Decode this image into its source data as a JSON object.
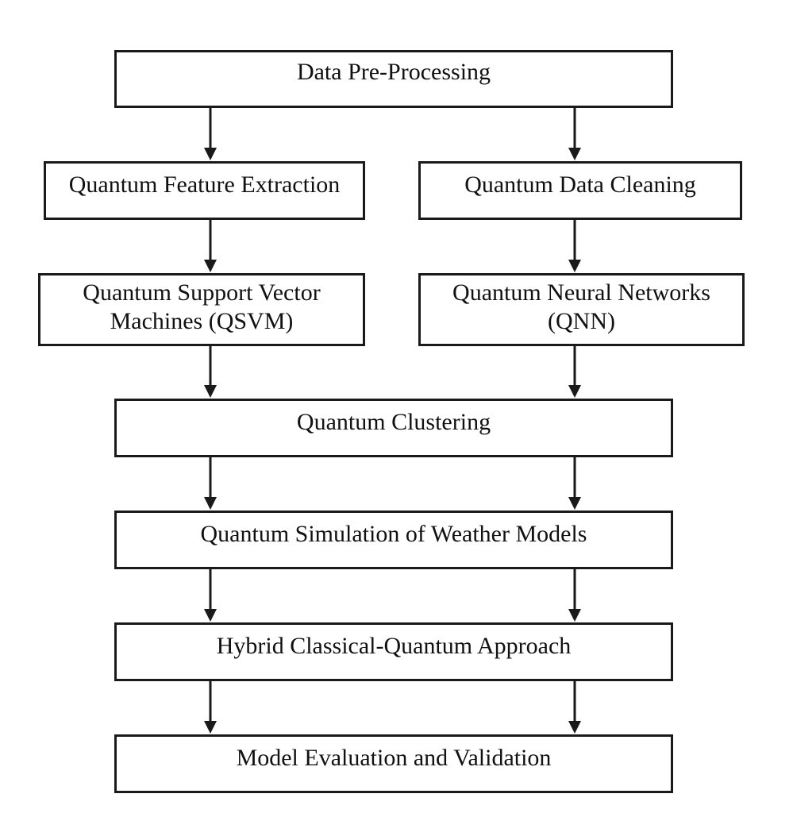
{
  "nodes": {
    "preprocessing": "Data Pre-Processing",
    "feature_extraction": "Quantum Feature Extraction",
    "data_cleaning": "Quantum Data Cleaning",
    "qsvm": "Quantum Support Vector\nMachines (QSVM)",
    "qnn": "Quantum Neural Networks\n(QNN)",
    "clustering": "Quantum Clustering",
    "simulation": "Quantum Simulation of Weather Models",
    "hybrid": "Hybrid Classical-Quantum Approach",
    "evaluation": "Model Evaluation and Validation"
  },
  "colors": {
    "stroke": "#1a1a1a",
    "background": "#ffffff"
  }
}
